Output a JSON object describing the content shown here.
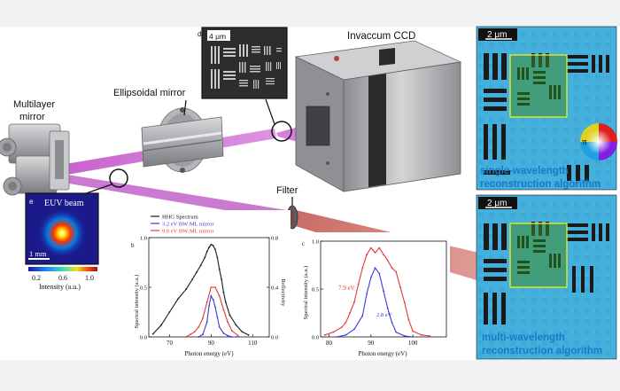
{
  "labels": {
    "multilayer_mirror_line1": "Multilayer",
    "multilayer_mirror_line2": "mirror",
    "ellipsoidal_mirror": "Ellipsoidal mirror",
    "ccd": "Invaccum CCD",
    "filter": "Filter"
  },
  "inset_d": {
    "panel_letter": "d",
    "scalebar": "4 μm"
  },
  "inset_beam": {
    "panel_letter": "e",
    "title": "EUV beam",
    "scalebar": "1 mm",
    "colorbar_ticks": [
      "0.2",
      "0.6",
      "1.0"
    ],
    "colorbar_label": "Intensity (a.u.)"
  },
  "recon_top": {
    "scalebar": "2 μm",
    "phase_symbol": "π",
    "caption_line1": "single-wavelength",
    "caption_line2": "reconstruction algorithm"
  },
  "recon_bottom": {
    "scalebar": "2 μm",
    "caption_line1": "multi-wavelength",
    "caption_line2": "reconstruction algorithm"
  },
  "chart_b_text": {
    "panel_letter": "b",
    "legend": [
      "HHG Spectrum",
      "3.2 eV BW ML mirror",
      "9.0 eV BW ML mirror"
    ],
    "ylabel": "Spectral intensity (a.u.)",
    "y2label": "Reflectivity",
    "xlabel": "Photon energy (eV)"
  },
  "chart_c_text": {
    "panel_letter": "c",
    "annotation_red": "7.9 eV",
    "annotation_blue": "2.8 eV",
    "ylabel": "Spectral intensity (a.u.)",
    "xlabel": "Photon energy (eV)"
  },
  "chart_data": [
    {
      "type": "line",
      "panel": "b",
      "xlabel": "Photon energy (eV)",
      "ylabel": "Spectral intensity (a.u.)",
      "y2label": "Reflectivity",
      "xlim": [
        60,
        118
      ],
      "ylim": [
        0,
        1.0
      ],
      "y2lim": [
        0,
        0.8
      ],
      "xticks": [
        70,
        90,
        110
      ],
      "yticks": [
        0.0,
        0.5,
        1.0
      ],
      "y2ticks": [
        0.0,
        0.4,
        0.8
      ],
      "legend_position": "top-left",
      "series": [
        {
          "name": "HHG Spectrum",
          "color": "#1a1a1a",
          "axis": "left",
          "x": [
            62,
            66,
            70,
            74,
            78,
            81,
            83,
            85,
            87,
            88,
            89,
            90,
            91,
            92,
            93,
            94,
            95,
            96,
            97,
            99,
            102,
            105,
            108
          ],
          "y": [
            0.03,
            0.12,
            0.25,
            0.38,
            0.48,
            0.58,
            0.65,
            0.72,
            0.8,
            0.86,
            0.9,
            0.93,
            0.92,
            0.88,
            0.8,
            0.68,
            0.58,
            0.45,
            0.35,
            0.22,
            0.12,
            0.05,
            0.02
          ]
        },
        {
          "name": "3.2 eV BW ML mirror",
          "color": "#3a3ad8",
          "axis": "right",
          "x": [
            84,
            86,
            88,
            89,
            90,
            91,
            92,
            93,
            94,
            96,
            98,
            100,
            102
          ],
          "y": [
            0.0,
            0.02,
            0.12,
            0.25,
            0.33,
            0.3,
            0.24,
            0.16,
            0.08,
            0.03,
            0.01,
            0.0,
            0.0
          ]
        },
        {
          "name": "9.0 eV BW ML mirror",
          "color": "#e03a3a",
          "axis": "right",
          "x": [
            78,
            80,
            82,
            84,
            86,
            88,
            90,
            92,
            94,
            96,
            98,
            100,
            103
          ],
          "y": [
            0.0,
            0.02,
            0.04,
            0.08,
            0.15,
            0.28,
            0.4,
            0.4,
            0.33,
            0.22,
            0.12,
            0.05,
            0.01
          ]
        }
      ]
    },
    {
      "type": "line",
      "panel": "c",
      "xlabel": "Photon energy (eV)",
      "ylabel": "Spectral intensity (a.u.)",
      "xlim": [
        78,
        108
      ],
      "ylim": [
        0,
        1.0
      ],
      "xticks": [
        80,
        90,
        100
      ],
      "yticks": [
        0.0,
        0.5,
        1.0
      ],
      "series": [
        {
          "color": "#e03a3a",
          "x": [
            79,
            81,
            83,
            84,
            85,
            86,
            87,
            88,
            89,
            90,
            91,
            92,
            93,
            94,
            95,
            96,
            97,
            98,
            99,
            100,
            102,
            104
          ],
          "y": [
            0.02,
            0.05,
            0.1,
            0.15,
            0.25,
            0.36,
            0.55,
            0.72,
            0.86,
            0.93,
            0.88,
            0.93,
            0.86,
            0.8,
            0.72,
            0.68,
            0.52,
            0.36,
            0.18,
            0.06,
            0.02,
            0.01
          ]
        },
        {
          "color": "#3a3ad8",
          "x": [
            82,
            84,
            86,
            88,
            89,
            90,
            91,
            92,
            93,
            94,
            95,
            96,
            98,
            100
          ],
          "y": [
            0.0,
            0.02,
            0.08,
            0.22,
            0.45,
            0.62,
            0.72,
            0.66,
            0.48,
            0.3,
            0.15,
            0.05,
            0.01,
            0.0
          ]
        }
      ]
    }
  ]
}
